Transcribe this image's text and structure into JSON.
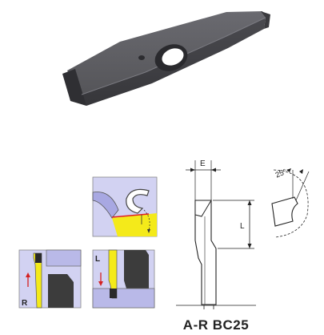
{
  "product_code": "A-R BC25",
  "dimensions": {
    "width_label": "E",
    "length_label": "L",
    "angle_label": "25°"
  },
  "views": {
    "right_hand_label": "R",
    "left_hand_label": "L"
  },
  "colors": {
    "insert_body": "#4a4a4f",
    "holder_fill": "#c8c8f0",
    "cutting_edge": "#f4ea1a",
    "cut_line": "#e02020",
    "arrow": "#d42020",
    "workpiece": "#3c3c3c"
  }
}
